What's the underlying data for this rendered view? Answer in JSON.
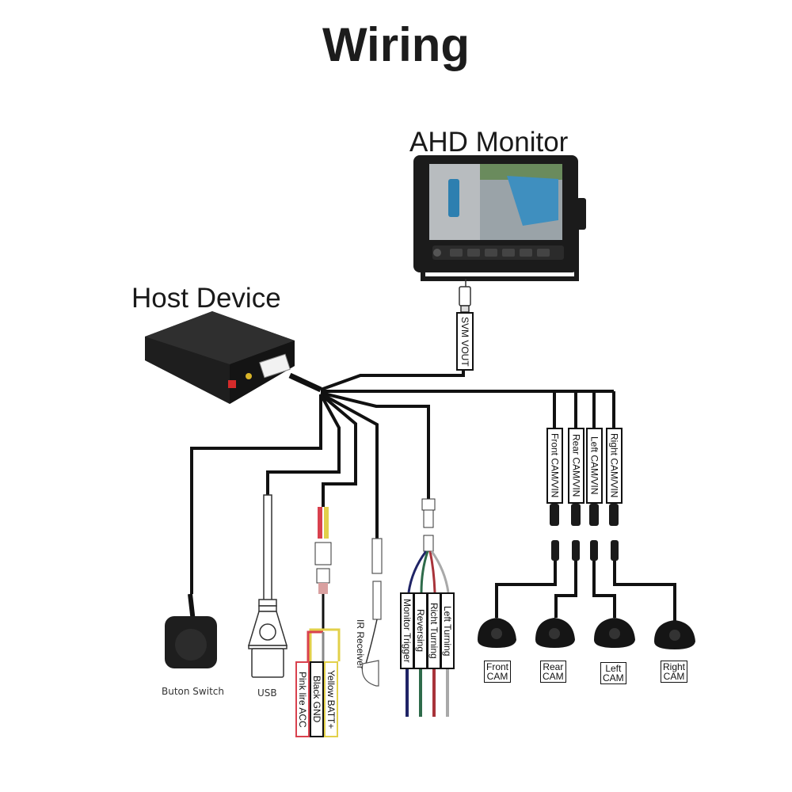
{
  "title": "Wiring",
  "components": {
    "monitor": {
      "label": "AHD Monitor"
    },
    "host": {
      "label": "Host Device"
    },
    "svm_vout": {
      "label": "SVM VOUT"
    },
    "cam_inputs": [
      {
        "label": "Front CAM/VIN"
      },
      {
        "label": "Rear CAM/VIN"
      },
      {
        "label": "Left CAM/VIN"
      },
      {
        "label": "Right CAM/VIN"
      }
    ],
    "cameras": [
      {
        "label": "Front\nCAM"
      },
      {
        "label": "Rear\nCAM"
      },
      {
        "label": "Left\nCAM"
      },
      {
        "label": "Right\nCAM"
      }
    ],
    "button_switch": {
      "label": "Buton Switch"
    },
    "usb": {
      "label": "USB"
    },
    "power_wires": [
      {
        "label": "Pink lire ACC",
        "color": "#d9414e"
      },
      {
        "label": "Black GND",
        "color": "#111111"
      },
      {
        "label": "Yellow BATT+",
        "color": "#e2d04a"
      }
    ],
    "ir_receiver": {
      "label": "IR Receiver"
    },
    "trigger_wires": [
      {
        "label": "Monitor Trigger",
        "color": "#1f2466"
      },
      {
        "label": "Reversing",
        "color": "#2e6b4a"
      },
      {
        "label": "Richt Turning",
        "color": "#a8333a"
      },
      {
        "label": "Left Turning",
        "color": "#a9a9a9"
      }
    ]
  }
}
